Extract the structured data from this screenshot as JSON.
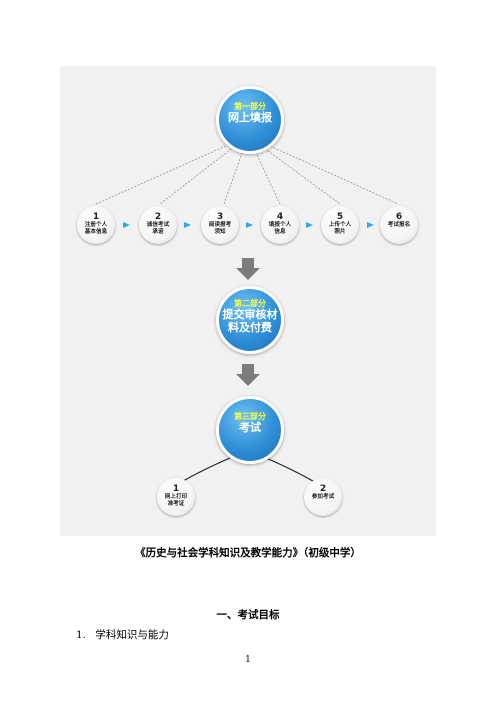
{
  "flowchart": {
    "part1": {
      "tag": "第一部分",
      "title": "网上填报"
    },
    "steps": [
      {
        "num": "1",
        "label": "注册个人\n基本信息"
      },
      {
        "num": "2",
        "label": "诚信考试\n承诺"
      },
      {
        "num": "3",
        "label": "阅读报考\n须知"
      },
      {
        "num": "4",
        "label": "填报个人\n信息"
      },
      {
        "num": "5",
        "label": "上传个人\n照片"
      },
      {
        "num": "6",
        "label": "考试报名"
      }
    ],
    "part2": {
      "tag": "第二部分",
      "title": "提交审核材\n料及付费"
    },
    "part3": {
      "tag": "第三部分",
      "title": "考试"
    },
    "exam_steps": [
      {
        "num": "1",
        "label": "网上打印\n准考证"
      },
      {
        "num": "2",
        "label": "参加考试"
      }
    ],
    "colors": {
      "blue": "#2f8fd6",
      "yellow": "#ffff3d",
      "arrow": "#7c7c7c"
    }
  },
  "document": {
    "caption": "《历史与社会学科知识及教学能力》（初级中学）",
    "heading": "一、考试目标",
    "item_number": "1.",
    "item_text": "学科知识与能力",
    "page_number": "1"
  }
}
